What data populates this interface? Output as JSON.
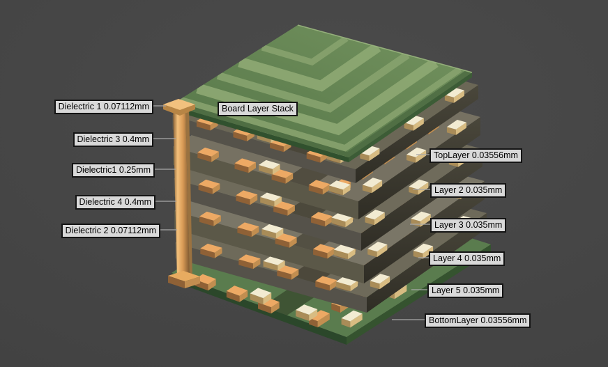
{
  "view": {
    "background": "#474747"
  },
  "title_label": "Board Layer Stack",
  "callouts": {
    "left": [
      {
        "label": "Dielectric 1 0.07112mm"
      },
      {
        "label": "Dielectric 3 0.4mm"
      },
      {
        "label": "Dielectric1 0.25mm"
      },
      {
        "label": "Dielectric 4 0.4mm"
      },
      {
        "label": "Dielectric 2 0.07112mm"
      }
    ],
    "right": [
      {
        "label": "TopLayer 0.03556mm"
      },
      {
        "label": "Layer 2 0.035mm"
      },
      {
        "label": "Layer 3 0.035mm"
      },
      {
        "label": "Layer 4 0.035mm"
      },
      {
        "label": "Layer 5 0.035mm"
      },
      {
        "label": "BottomLayer 0.03556mm"
      }
    ]
  },
  "palette": {
    "background": "#474747",
    "label_bg": "#d9d9d9",
    "label_border": "#141414",
    "label_text": "#000000",
    "leader_line": "#a8a8a8",
    "board_green_light": "#74935f",
    "board_green_dark": "#547547",
    "trace_green": "#87a26e",
    "trace_green_alt": "#8ea873",
    "board_rim_dark": "#4c6b42",
    "board_edge_sw": "#31512e",
    "board_edge_se": "#3c5c36",
    "edge_highlight": "#9ab67f",
    "bottom_board_green": "#5a7c4e",
    "bottom_edge_sw": "#2b472a",
    "bottom_edge_se": "#35532f",
    "dielectric_tops": [
      "#6b6756",
      "#767162",
      "#6f6b5b",
      "#7a7667",
      "#6e6a5a"
    ],
    "dielectric_sw_a": "#55524a",
    "dielectric_sw_b": "#5b5848",
    "dielectric_se_top": "#4a473b",
    "dielectric_se_bottom": "#2f2d25",
    "copper_top": "#eda964",
    "copper_bright_top": "#f2ebd2",
    "copper_dark_face": "#8f6136",
    "copper_side_face": "#c28e50",
    "copper_bright_dark": "#a98c58",
    "copper_bright_side": "#d8bc82",
    "via_edge_l": "#8a6134",
    "via_hi": "#f3c07b",
    "via_mid": "#d89a55",
    "via_edge_r": "#7d5830",
    "via_flange_top": "#f2c17e",
    "via_flange_rim": "#b78545",
    "shadow": "rgba(20,18,10,0.38)"
  }
}
